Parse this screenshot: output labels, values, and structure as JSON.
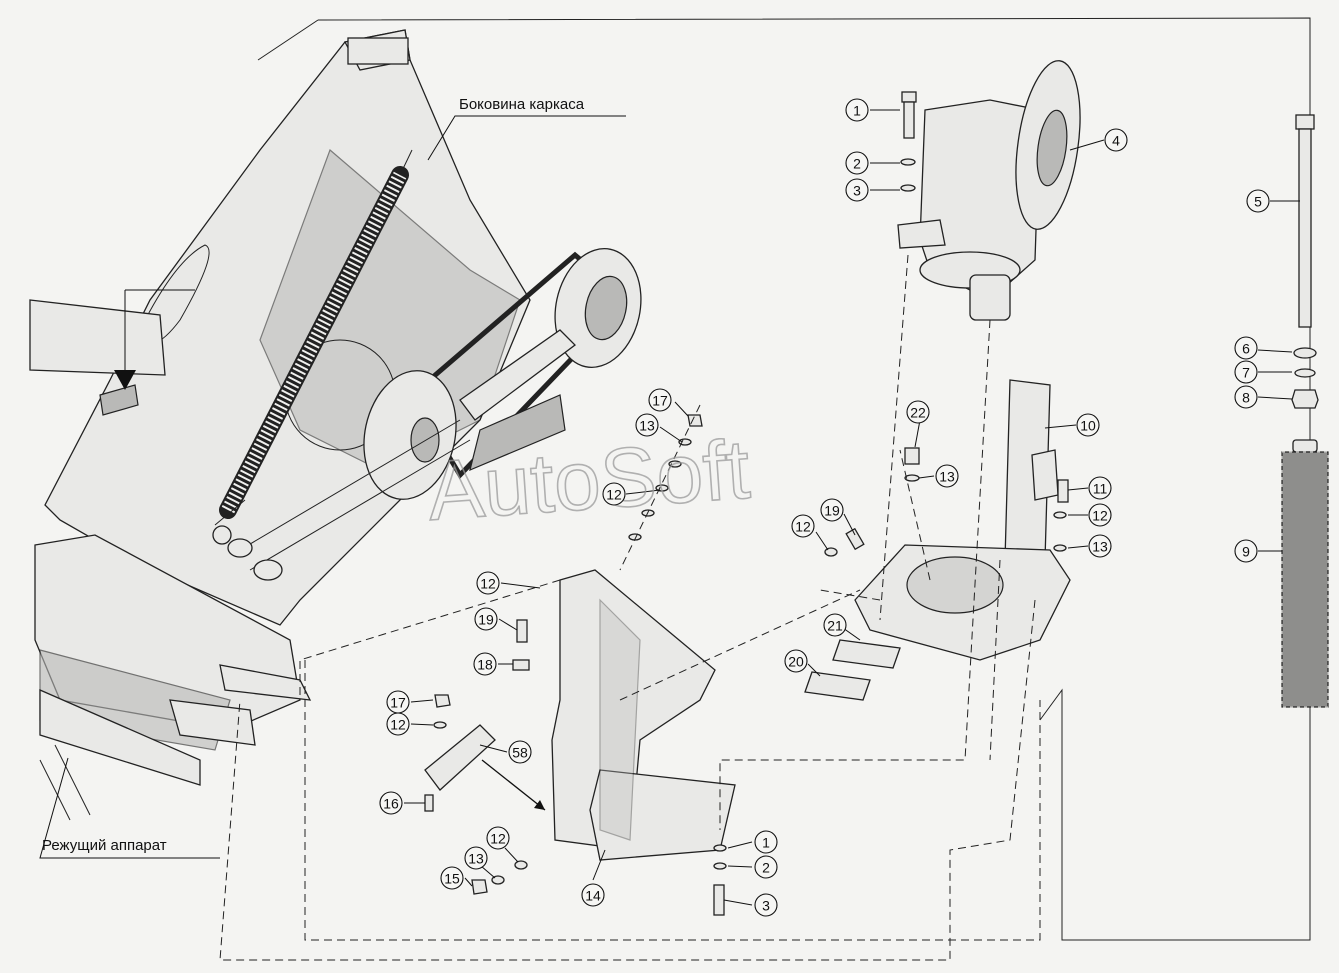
{
  "labels": {
    "frame_side": "Боковина каркаса",
    "cutting_unit": "Режущий аппарат",
    "watermark": "AutoSoft"
  },
  "callouts": [
    "1",
    "2",
    "3",
    "4",
    "5",
    "6",
    "7",
    "8",
    "9",
    "10",
    "11",
    "12",
    "13",
    "17",
    "13",
    "12",
    "22",
    "13",
    "19",
    "12",
    "12",
    "19",
    "18",
    "21",
    "20",
    "17",
    "12",
    "58",
    "16",
    "12",
    "13",
    "15",
    "14",
    "1",
    "2",
    "3"
  ]
}
